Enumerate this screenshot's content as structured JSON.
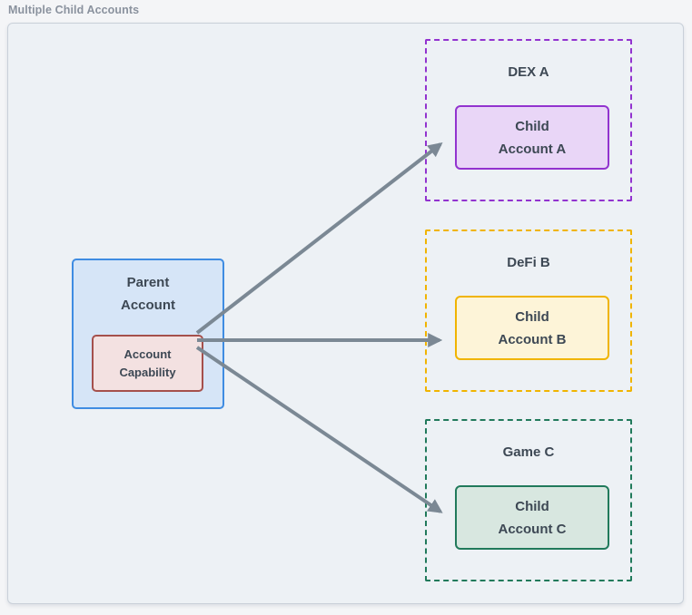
{
  "title": "Multiple Child Accounts",
  "colors": {
    "page_bg": "#f4f5f7",
    "panel_bg": "#edf1f5",
    "panel_border": "#c9d0d9",
    "text": "#3d4854",
    "title_text": "#8a929e",
    "arrow": "#7b8894",
    "parent_fill": "#d6e5f7",
    "parent_border": "#3f8ce2",
    "capability_fill": "#f3e1e1",
    "capability_border": "#a5504c"
  },
  "parent": {
    "label_line1": "Parent",
    "label_line2": "Account",
    "capability_line1": "Account",
    "capability_line2": "Capability"
  },
  "children": [
    {
      "group_label": "DEX A",
      "node_line1": "Child",
      "node_line2": "Account A",
      "border_color": "#9233cf",
      "fill_color": "#e9d6f7"
    },
    {
      "group_label": "DeFi B",
      "node_line1": "Child",
      "node_line2": "Account B",
      "border_color": "#f0b400",
      "fill_color": "#fdf4d8"
    },
    {
      "group_label": "Game C",
      "node_line1": "Child",
      "node_line2": "Account C",
      "border_color": "#217a5b",
      "fill_color": "#d8e7e0"
    }
  ]
}
